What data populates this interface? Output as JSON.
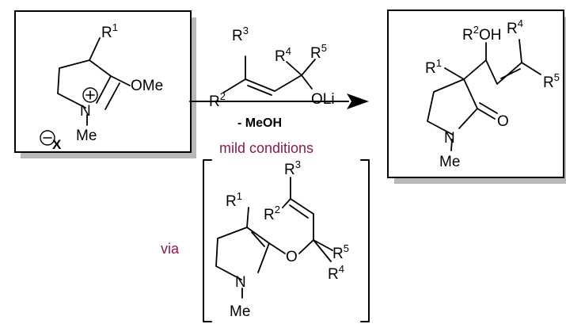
{
  "atoms": {
    "r": "R",
    "n": "N",
    "o": "O",
    "ome": "OMe",
    "oli": "OLi",
    "me": "Me",
    "oh": "OH",
    "x": "X",
    "sup1": "1",
    "sup2": "2",
    "sup3": "3",
    "sup4": "4",
    "sup5": "5"
  },
  "conditions": {
    "byproduct": "- MeOH",
    "mild": "mild conditions",
    "via": "via"
  },
  "colors": {
    "accent": "#8b1a4a",
    "shadow": "#b8b8b8",
    "ink": "#000000"
  }
}
